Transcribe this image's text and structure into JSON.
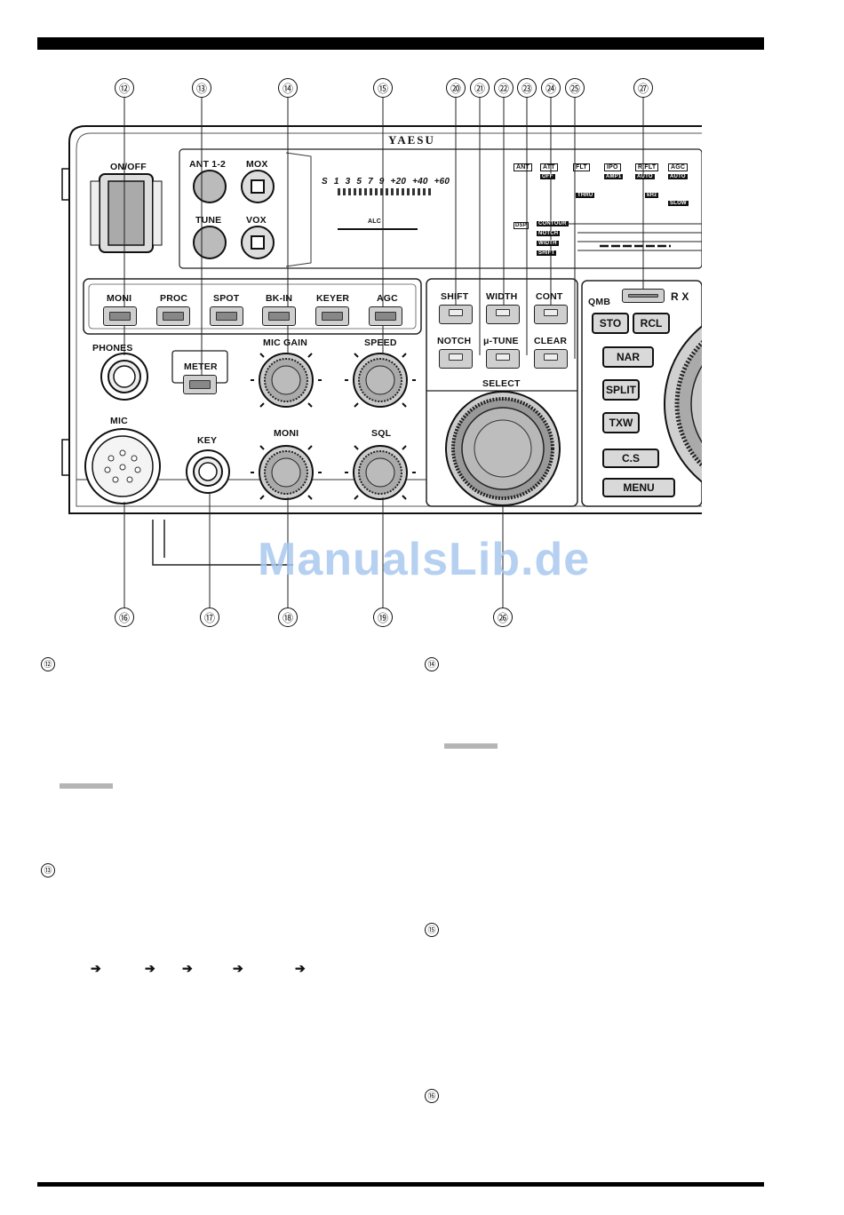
{
  "panel": {
    "brand": "YAESU",
    "power_label": "ON/OFF",
    "ant_label": "ANT 1-2",
    "mox_label": "MOX",
    "tune_label": "TUNE",
    "vox_label": "VOX",
    "meter_scale": "S   1   3   5   7   9 +20 +40 +60",
    "alc_label": "ALC",
    "row_buttons": [
      "MONI",
      "PROC",
      "SPOT",
      "BK-IN",
      "KEYER",
      "AGC"
    ],
    "phones_label": "PHONES",
    "meter_label": "METER",
    "mic_gain_label": "MIC GAIN",
    "speed_label": "SPEED",
    "moni_knob_label": "MONI",
    "sql_label": "SQL",
    "mic_label": "MIC",
    "key_label": "KEY",
    "dsp_buttons_top": [
      "SHIFT",
      "WIDTH",
      "CONT"
    ],
    "dsp_buttons_bottom": [
      "NOTCH",
      "μ-TUNE",
      "CLEAR"
    ],
    "select_label": "SELECT",
    "qmb_label": "QMB",
    "rx_label": "R X",
    "sto_label": "STO",
    "rcl_label": "RCL",
    "side_buttons": [
      "NAR",
      "SPLIT",
      "TXW",
      "C.S",
      "MENU"
    ],
    "display_tags": [
      "ANT",
      "ATT",
      "FLT",
      "IPO",
      "R.FLT",
      "AGC"
    ],
    "display_sub": [
      "OFF",
      "THRU",
      "AMP1",
      "AUTO",
      "AUTO",
      "SLOW",
      "kHz"
    ],
    "dsp_list": [
      "CONTOUR",
      "NOTCH",
      "WIDTH",
      "SHIFT"
    ],
    "dsp_tag": "DSP"
  },
  "callouts_top": [
    "⑫",
    "⑬",
    "⑭",
    "⑮",
    "⑳",
    "㉑",
    "㉒",
    "㉓",
    "㉔",
    "㉕",
    "㉗"
  ],
  "callouts_bottom": [
    "⑯",
    "⑰",
    "⑱",
    "⑲",
    "㉖"
  ],
  "watermark": "ManualsLib.de",
  "text_markers": {
    "left": [
      "⑫",
      "⑬"
    ],
    "right": [
      "⑭",
      "⑮",
      "⑯"
    ]
  }
}
